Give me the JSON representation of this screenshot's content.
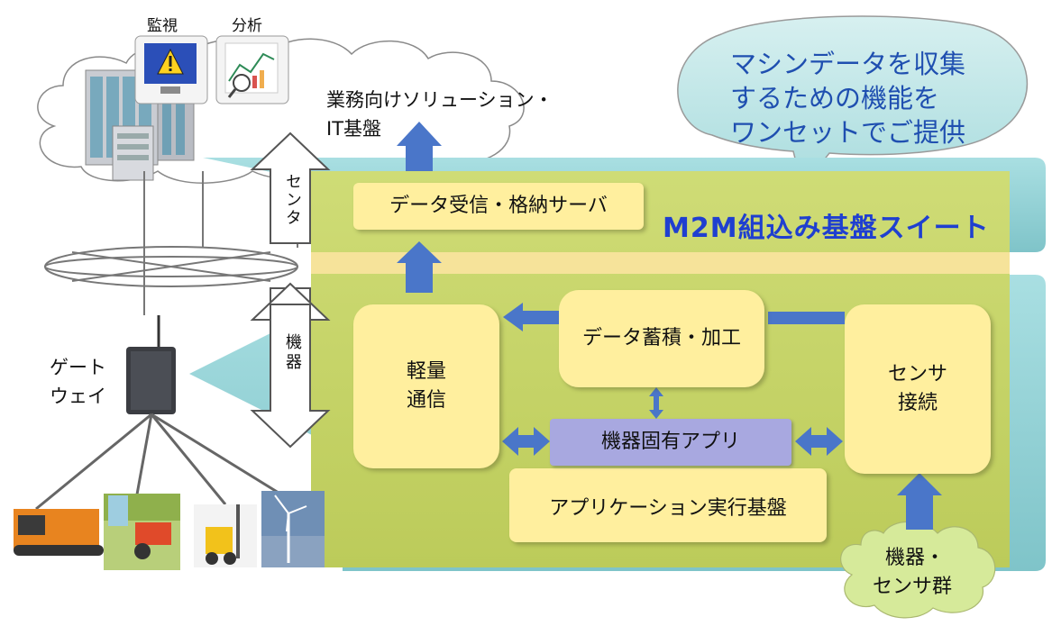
{
  "cloud_labels": {
    "monitor": "監視",
    "analysis": "分析",
    "solution": "業務向けソリューション・",
    "it_base": "IT基盤"
  },
  "speech_bubble": {
    "line1": "マシンデータを収集",
    "line2": "するための機能を",
    "line3": "ワンセットでご提供"
  },
  "side_arrows": {
    "center": "センタ",
    "device": "機器"
  },
  "gateway": {
    "line1": "ゲート",
    "line2": "ウェイ"
  },
  "suite_title": "M2M組込み基盤スイート",
  "boxes": {
    "receiver": "データ受信・格納サーバ",
    "comm_line1": "軽量",
    "comm_line2": "通信",
    "storage": "データ蓄積・加工",
    "sensor_line1": "センサ",
    "sensor_line2": "接続",
    "app": "機器固有アプリ",
    "platform": "アプリケーション実行基盤"
  },
  "sensor_cloud": {
    "line1": "機器・",
    "line2": "センサ群"
  },
  "colors": {
    "teal": "#8ccfd3",
    "olive": "#c8d66a",
    "yellow": "#ffef9e",
    "blue": "#4a76c9",
    "purple": "#a8a8e0",
    "title_blue": "#1f3fd0"
  }
}
